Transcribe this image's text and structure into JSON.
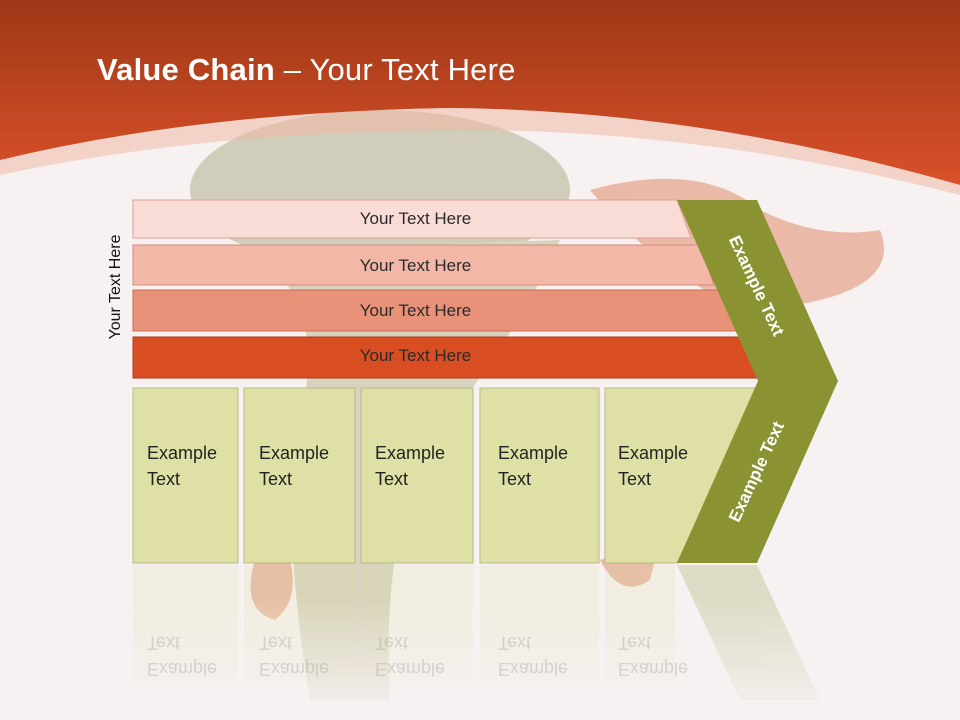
{
  "title": {
    "bold": "Value Chain",
    "rest": " – Your Text Here"
  },
  "side_label": "Your Text Here",
  "bars": [
    {
      "label": "Your Text Here",
      "color": "#f9dcd5"
    },
    {
      "label": "Your Text Here",
      "color": "#f2b7a6"
    },
    {
      "label": "Your Text Here",
      "color": "#e9927a"
    },
    {
      "label": "Your Text Here",
      "color": "#d94d22"
    }
  ],
  "boxes": [
    {
      "label": "Example Text"
    },
    {
      "label": "Example Text"
    },
    {
      "label": "Example Text"
    },
    {
      "label": "Example Text"
    },
    {
      "label": "Example Text"
    }
  ],
  "chevron": {
    "upper": "Example Text",
    "lower": "Example Text",
    "color": "#8a9231"
  },
  "colors": {
    "header": "#c8401a",
    "box_fill": "#dfe0a5",
    "box_border": "#b9ba86"
  }
}
